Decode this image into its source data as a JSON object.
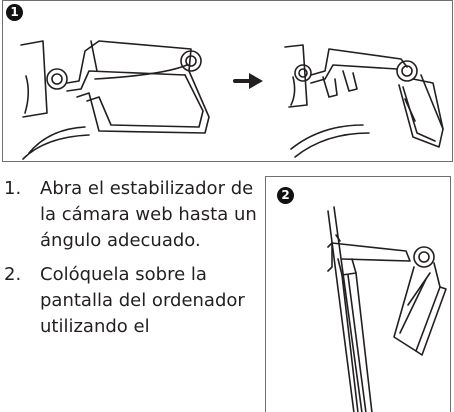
{
  "figure_1": {
    "badge": "1"
  },
  "figure_2": {
    "badge": "2"
  },
  "steps": [
    {
      "number": "1.",
      "text": "Abra el estabilizador de la cámara web hasta un ángulo adecuado."
    },
    {
      "number": "2.",
      "text": "Colóquela sobre la pantalla del ordenador utilizando el"
    }
  ],
  "icons": {
    "arrow": "right-arrow-icon"
  },
  "colors": {
    "line": "#231f20",
    "panel_border": "#6f6f6f",
    "badge": "#111111"
  }
}
